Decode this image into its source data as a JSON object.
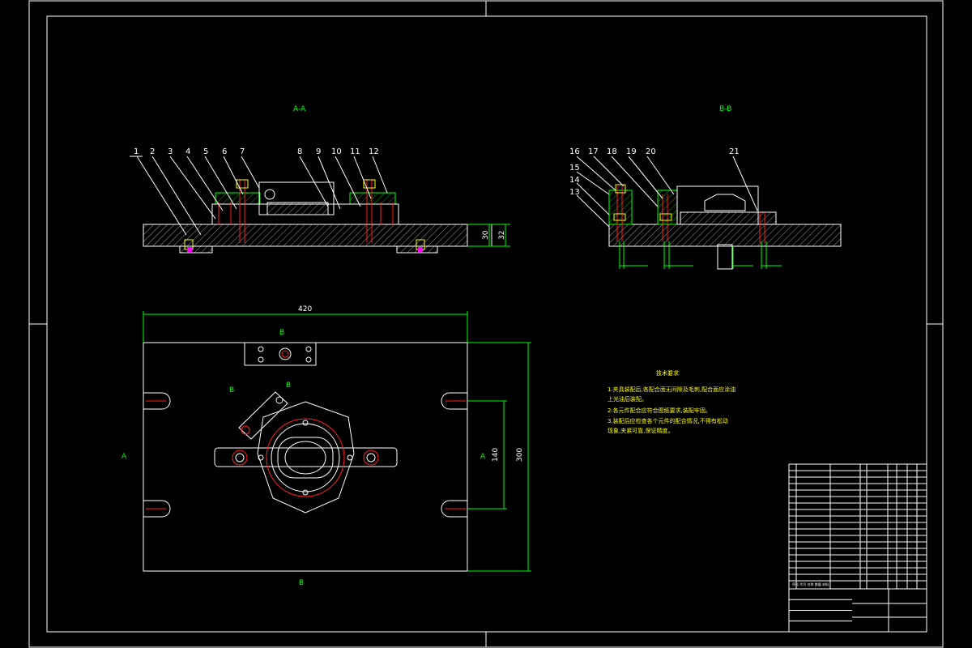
{
  "drawing": {
    "section_titles": [
      "A-A",
      "B-B"
    ],
    "part_numbers_aa": [
      "1",
      "2",
      "3",
      "4",
      "5",
      "6",
      "7",
      "8",
      "9",
      "10",
      "11",
      "12"
    ],
    "part_numbers_bb_top": [
      "16",
      "17",
      "18",
      "19",
      "20",
      "21"
    ],
    "part_numbers_bb_side": [
      "15",
      "14",
      "13"
    ],
    "dims_aa": [
      "30",
      "32"
    ],
    "dims_plan": [
      "420",
      "300",
      "140"
    ],
    "view_markers": [
      "B",
      "B",
      "A",
      "A",
      "B",
      "B"
    ],
    "notes": {
      "heading": "技术要求",
      "lines": [
        "1.夹具装配后,各配合面无间隙及毛刺,配合面应涂油",
        "上光油后装配。",
        "2.各元件配合应符合图纸要求,装配牢固。",
        "3.装配后应检查各个元件的配合情况,不得有松动",
        "现象,夹紧可靠,保证精度。"
      ]
    }
  },
  "title_block": {
    "rows": 18,
    "footer": "序号 代号 名称 数量 材料"
  }
}
